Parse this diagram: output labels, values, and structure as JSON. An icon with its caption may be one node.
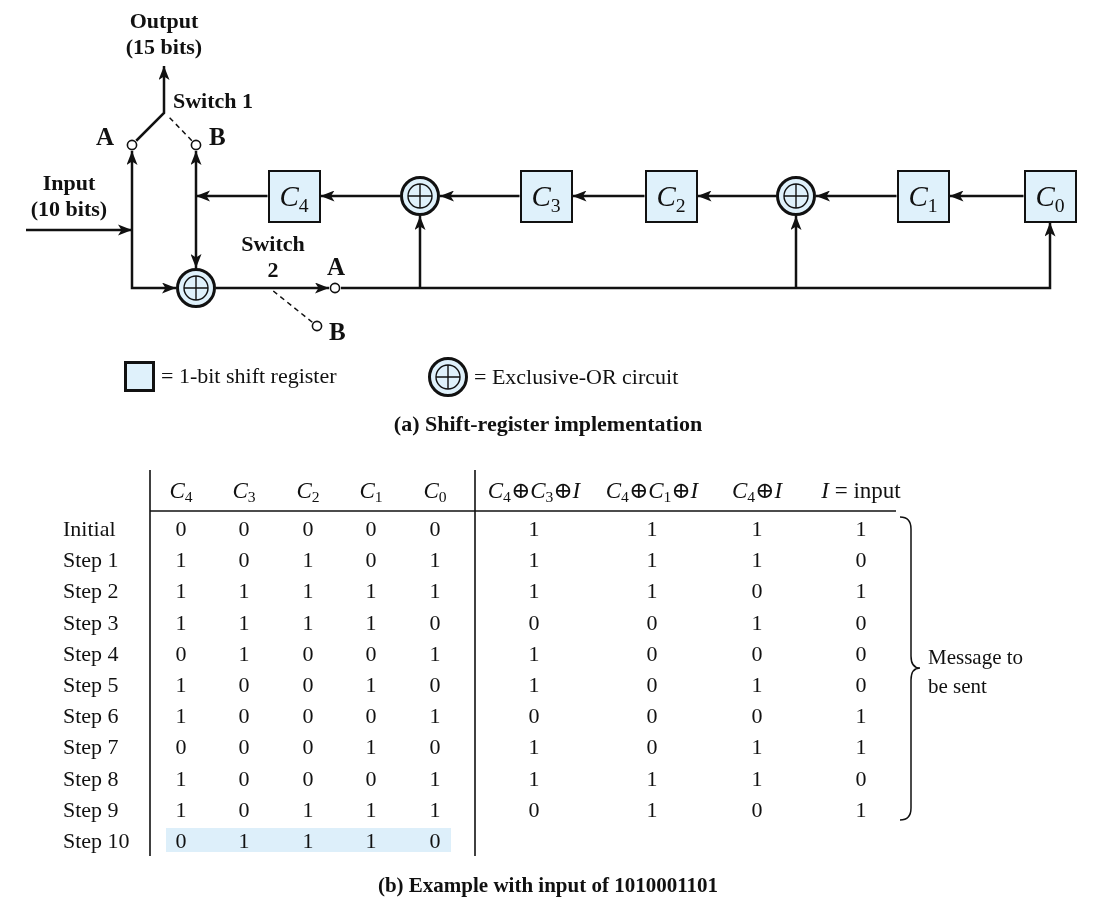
{
  "diagram": {
    "nodes": [
      {
        "text": [
          "Output (15 bits)"
        ]
      },
      {
        "text": [],
        "shape": "circle",
        "beside": [
          "A"
        ]
      },
      {
        "text": [],
        "shape": "circle",
        "beside": [
          "B"
        ]
      },
      {
        "text": [
          "Input (10 bits)"
        ]
      },
      {
        "text": [
          "*C*$_{4}$"
        ]
      },
      {
        "text": [],
        "shape": "circle"
      },
      {
        "text": [
          "*C*$_{3}$"
        ]
      },
      {
        "text": [
          "*C*$_{2}$"
        ]
      },
      {
        "text": [],
        "shape": "circle"
      },
      {
        "text": [
          "*C*$_{1}$"
        ]
      },
      {
        "text": [
          "*C*$_{0}$"
        ]
      },
      {
        "text": [],
        "shape": "circle"
      },
      {
        "text": [],
        "shape": "circle",
        "beside": [
          "A"
        ]
      },
      {
        "text": [],
        "shape": "circle",
        "beside": [
          "B"
        ]
      }
    ],
    "edges": [
      {
        "from": 1,
        "to": 0,
        "arrow": "to"
      },
      {
        "from": 3,
        "to": 1,
        "arrow": "to"
      },
      {
        "from": 3,
        "to": 11,
        "arrow": "to"
      },
      {
        "from": 4,
        "to": 2,
        "arrow": "to"
      },
      {
        "from": 4,
        "to": 11,
        "arrow": "to"
      },
      {
        "from": 5,
        "to": 4,
        "arrow": "to"
      },
      {
        "from": 6,
        "to": 5,
        "arrow": "to"
      },
      {
        "from": 7,
        "to": 6,
        "arrow": "to"
      },
      {
        "from": 8,
        "to": 7,
        "arrow": "to"
      },
      {
        "from": 9,
        "to": 8,
        "arrow": "to"
      },
      {
        "from": 10,
        "to": 9,
        "arrow": "to"
      },
      {
        "from": 11,
        "to": 12,
        "arrow": "to"
      },
      {
        "from": 12,
        "to": 5,
        "arrow": "to"
      },
      {
        "from": 12,
        "to": 8,
        "arrow": "to"
      },
      {
        "from": 12,
        "to": 10,
        "arrow": "to"
      },
      {
        "from": 2,
        "to": null,
        "arrow": "none",
        "style": "dashed"
      },
      {
        "from": 13,
        "to": null,
        "arrow": "none",
        "style": "dashed"
      }
    ],
    "labels": [
      "Switch 1",
      "Switch 2",
      "(a) Shift-register implementation",
      "*C*$_{4}$",
      "*C*$_{3}$",
      "*C*$_{2}$",
      "*C*$_{1}$",
      "*C*$_{0}$",
      "*C*$_{4}$⊕*C*$_{3}$⊕*I*",
      "*C*$_{4}$⊕*C*$_{1}$⊕*I*",
      "*C*$_{4}$⊕*I*",
      "*I* = input",
      "Initial",
      "0",
      "0",
      "0",
      "0",
      "0",
      "1",
      "1",
      "1",
      "1",
      "Step 1",
      "1",
      "0",
      "1",
      "0",
      "1",
      "1",
      "1",
      "1",
      "0",
      "Step 2",
      "1",
      "1",
      "1",
      "1",
      "1",
      "1",
      "1",
      "0",
      "1",
      "Step 3",
      "1",
      "1",
      "1",
      "1",
      "0",
      "0",
      "0",
      "1",
      "0",
      "Step 4",
      "0",
      "1",
      "0",
      "0",
      "1",
      "1",
      "0",
      "0",
      "0",
      "Step 5",
      "1",
      "0",
      "0",
      "1",
      "0",
      "1",
      "0",
      "1",
      "0",
      "Step 6",
      "1",
      "0",
      "0",
      "0",
      "1",
      "0",
      "0",
      "0",
      "1",
      "Step 7",
      "0",
      "0",
      "0",
      "1",
      "0",
      "1",
      "0",
      "1",
      "1",
      "Step 8",
      "1",
      "0",
      "0",
      "0",
      "1",
      "1",
      "1",
      "1",
      "0",
      "Step 9",
      "1",
      "0",
      "1",
      "1",
      "1",
      "0",
      "1",
      "0",
      "1",
      "Step 10",
      "0",
      "1",
      "1",
      "1",
      "0",
      "Message to be sent",
      "(b) Example with input of 1010001101"
    ],
    "legend": [
      {
        "text": "= 1-bit shift register",
        "color": "#dff1fb"
      },
      {
        "text": "= Exclusive-OR circuit"
      }
    ]
  }
}
